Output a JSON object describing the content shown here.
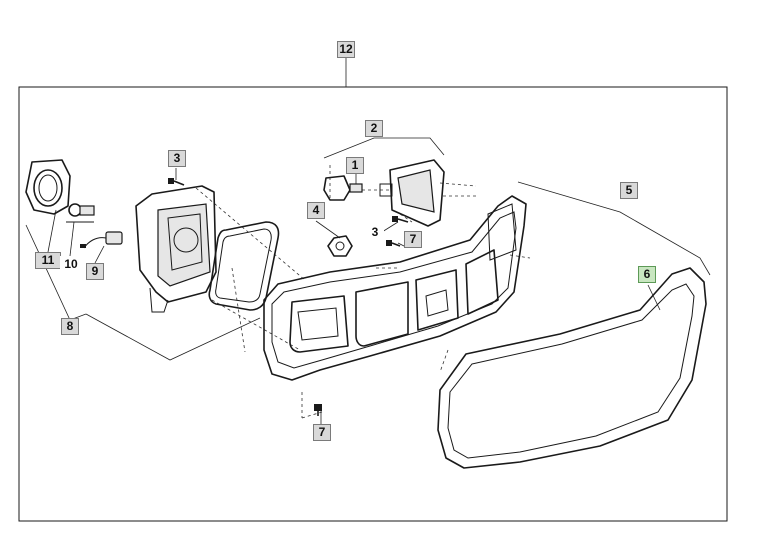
{
  "callouts": [
    {
      "id": "c12",
      "label": "12",
      "style": "box"
    },
    {
      "id": "c2",
      "label": "2",
      "style": "box"
    },
    {
      "id": "c3a",
      "label": "3",
      "style": "box"
    },
    {
      "id": "c1",
      "label": "1",
      "style": "box"
    },
    {
      "id": "c4",
      "label": "4",
      "style": "box"
    },
    {
      "id": "c3b",
      "label": "3",
      "style": "plain"
    },
    {
      "id": "c7a",
      "label": "7",
      "style": "box"
    },
    {
      "id": "c5",
      "label": "5",
      "style": "box"
    },
    {
      "id": "c6",
      "label": "6",
      "style": "highlight"
    },
    {
      "id": "c11",
      "label": "11",
      "style": "box"
    },
    {
      "id": "c10",
      "label": "10",
      "style": "plain"
    },
    {
      "id": "c9",
      "label": "9",
      "style": "box"
    },
    {
      "id": "c8",
      "label": "8",
      "style": "box"
    },
    {
      "id": "c7b",
      "label": "7",
      "style": "box"
    }
  ],
  "colors": {
    "line": "#1a1a1a",
    "callout_fill": "#d9d9d9",
    "callout_highlight": "#c8e6c0",
    "background": "#ffffff"
  }
}
